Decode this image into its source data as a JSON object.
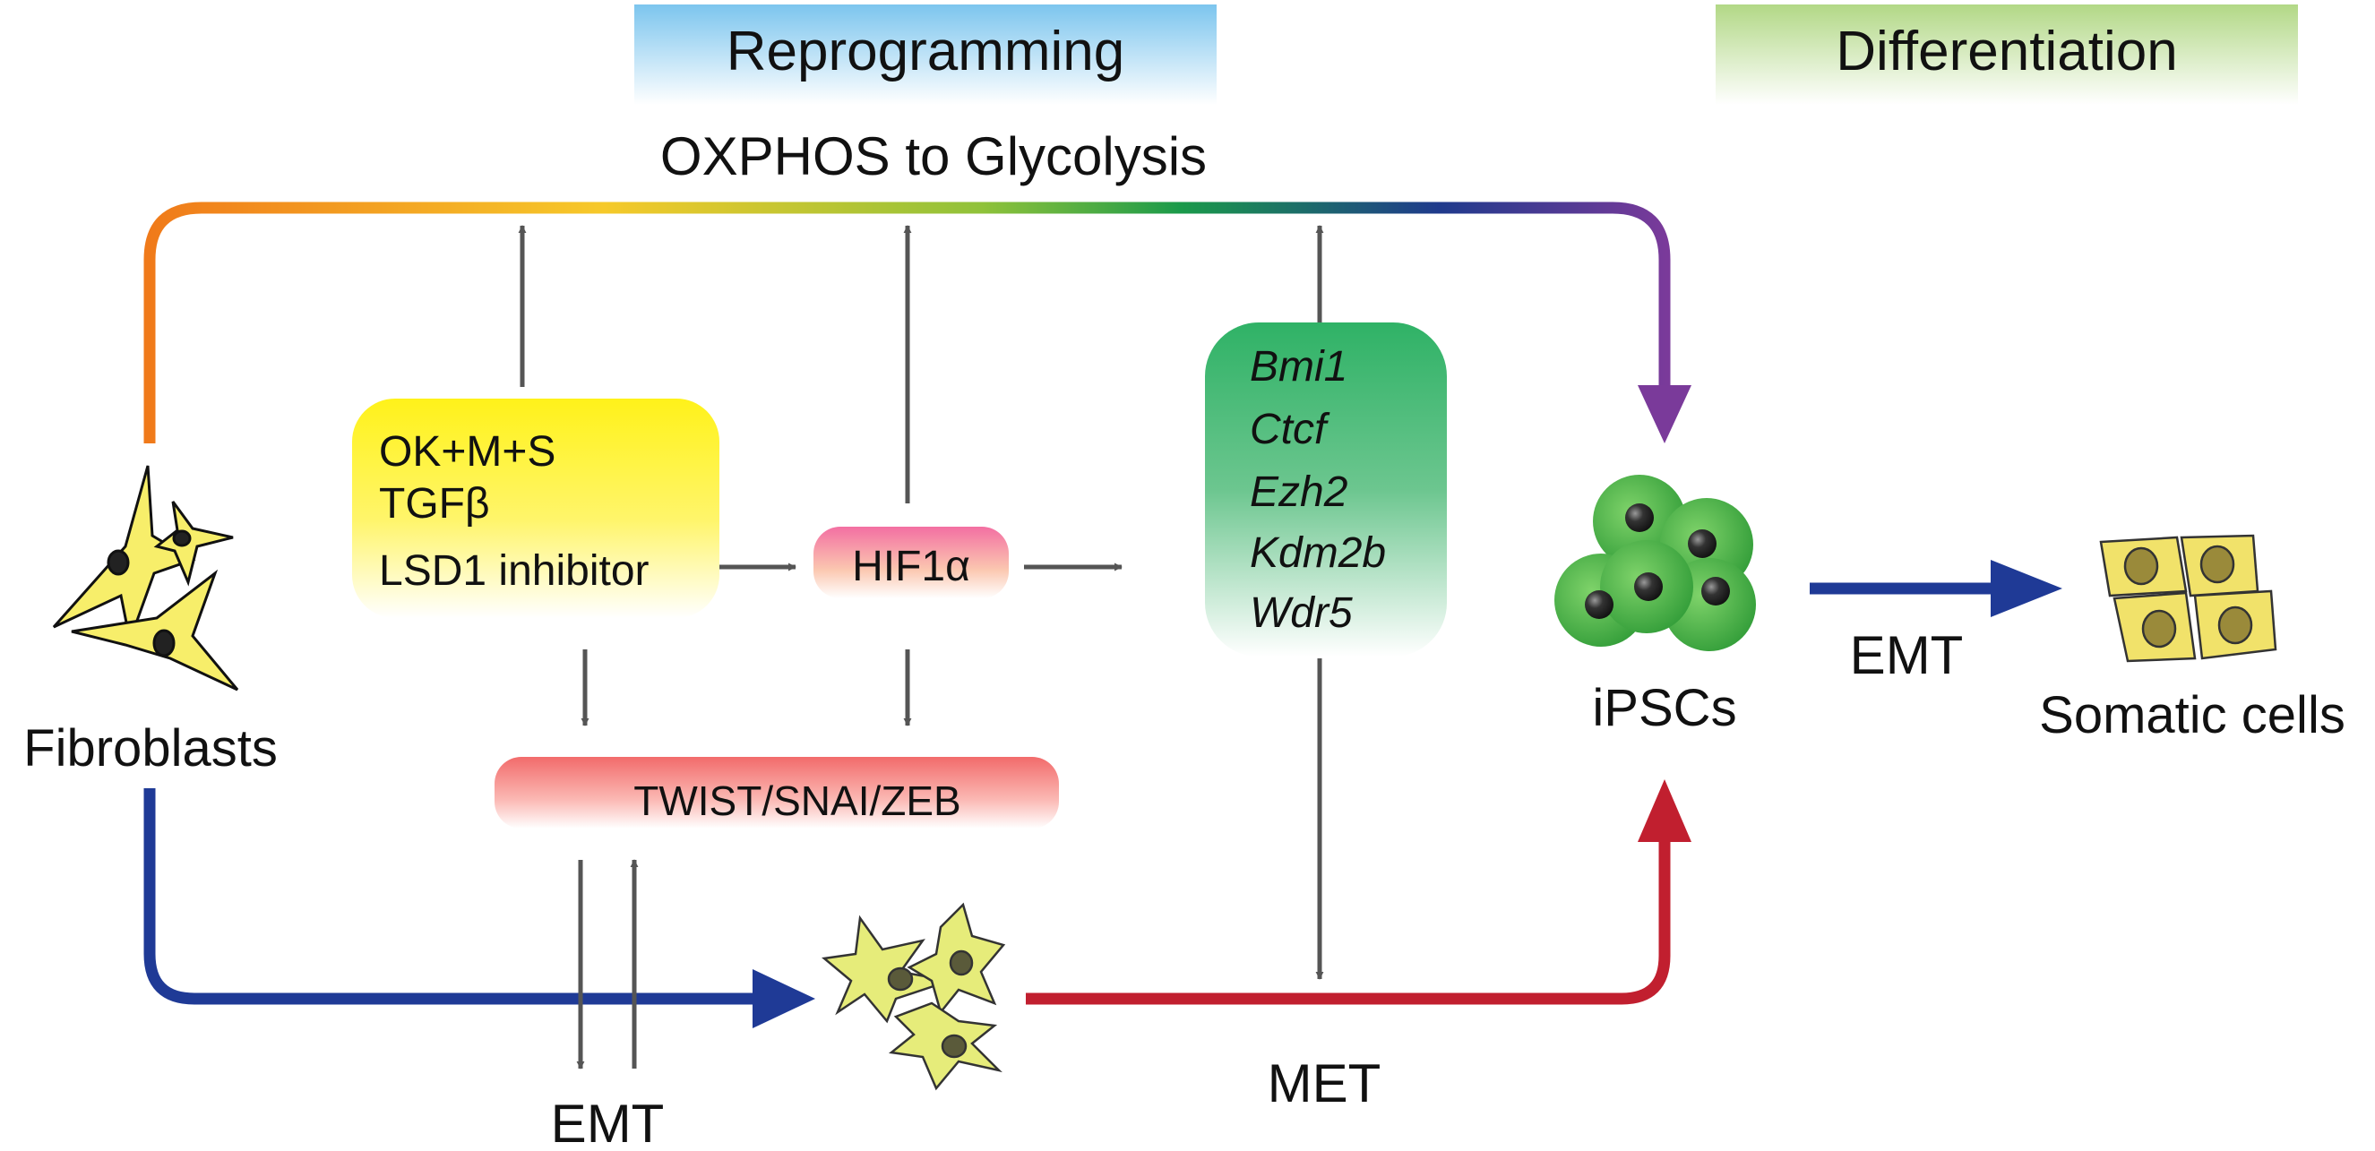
{
  "banners": {
    "reprogramming": "Reprogramming",
    "differentiation": "Differentiation"
  },
  "top_path_label": "OXPHOS to Glycolysis",
  "cells": {
    "fibroblasts": "Fibroblasts",
    "ipscs": "iPSCs",
    "somatic": "Somatic cells"
  },
  "factors_box": {
    "lines": [
      "OK+M+S",
      "TGFβ",
      "LSD1 inhibitor"
    ]
  },
  "hif_box": "HIF1α",
  "genes_box": {
    "lines": [
      "Bmi1",
      "Ctcf",
      "Ezh2",
      "Kdm2b",
      "Wdr5"
    ]
  },
  "tf_box": "TWIST/SNAI/ZEB",
  "transitions": {
    "emt_bottom": "EMT",
    "met": "MET",
    "emt_right": "EMT"
  },
  "colors": {
    "top_path_gradient": [
      "#f07a1a",
      "#f6c92a",
      "#8fc23a",
      "#1a9a4a",
      "#1f3a8c",
      "#7a3a9a"
    ],
    "emt_arrow": "#1f3a96",
    "met_arrow": "#c11f2f",
    "grey_arrow": "#555555",
    "factors_box": "#fff21a",
    "hif_box": "#f36fa2",
    "genes_box": "#34b46a",
    "tf_box": "#f26b6b",
    "reprogramming_banner": "#7fc6ef",
    "differentiation_banner": "#b5d98a",
    "fibroblast_fill": "#f7ee6a",
    "ipsc_fill": "#3fae3f",
    "somatic_fill": "#f1e26a"
  }
}
